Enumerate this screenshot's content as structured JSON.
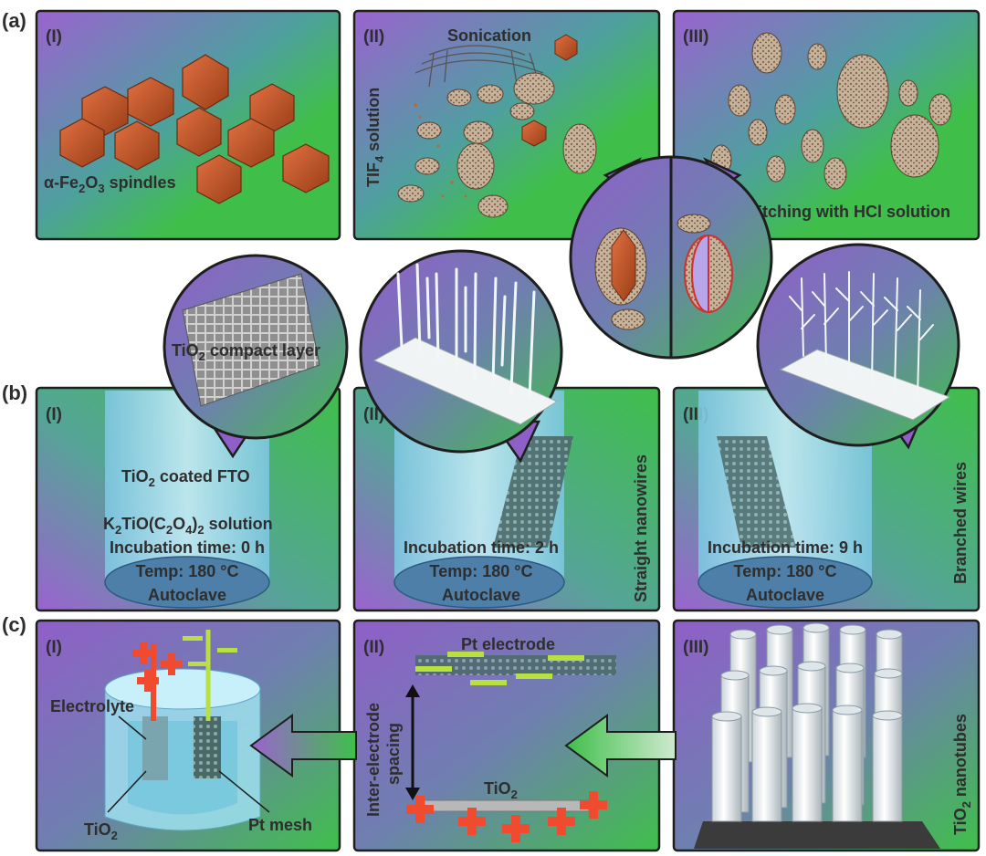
{
  "sections": {
    "a": {
      "label": "(a)"
    },
    "b": {
      "label": "(b)"
    },
    "c": {
      "label": "(c)"
    }
  },
  "panels": {
    "a1": {
      "roman": "(I)",
      "caption_prefix": "α-Fe",
      "caption_sub1": "2",
      "caption_mid": "O",
      "caption_sub2": "3",
      "caption_suffix": " spindles"
    },
    "a2": {
      "roman": "(II)",
      "top_label": "Sonication",
      "side_prefix": "TIF",
      "side_sub": "4",
      "side_suffix": " solution"
    },
    "a3": {
      "roman": "(III)",
      "caption": "Etching with HCl solution"
    },
    "b1": {
      "roman": "(I)",
      "bubble_prefix": "TiO",
      "bubble_sub": "2",
      "bubble_suffix": " compact layer",
      "coated_prefix": "TiO",
      "coated_sub": "2",
      "coated_suffix": " coated FTO",
      "sol_a": "K",
      "sol_b": "2",
      "sol_c": "TiO(C",
      "sol_d": "2",
      "sol_e": "O",
      "sol_f": "4",
      "sol_g": ")",
      "sol_h": "2",
      "sol_i": " solution",
      "incubation": "Incubation time: 0 h",
      "temp": "Temp: 180 °C",
      "vessel": "Autoclave"
    },
    "b2": {
      "roman": "(II)",
      "side": "Straight nanowires",
      "incubation": "Incubation time: 2 h",
      "temp": "Temp: 180 °C",
      "vessel": "Autoclave"
    },
    "b3": {
      "roman": "(III)",
      "side": "Branched wires",
      "incubation": "Incubation time: 9 h",
      "temp": "Temp: 180 °C",
      "vessel": "Autoclave"
    },
    "c1": {
      "roman": "(I)",
      "electrolyte": "Electrolyte",
      "tio2_prefix": "TiO",
      "tio2_sub": "2",
      "ptmesh": "Pt mesh"
    },
    "c2": {
      "roman": "(II)",
      "pt_electrode": "Pt electrode",
      "spacing_line1": "Inter-electrode",
      "spacing_line2": "spacing",
      "tio2_prefix": "TiO",
      "tio2_sub": "2"
    },
    "c3": {
      "roman": "(III)",
      "side_prefix": "TiO",
      "side_sub": "2",
      "side_suffix": " nanotubes"
    }
  },
  "colors": {
    "panel_green": "#3fbf4a",
    "panel_purple": "#8f5fc8",
    "hematite": "#c0552a",
    "water": "#9fd8ee",
    "plus_red": "#f04a2f",
    "minus_lime": "#b8e040",
    "border": "#1e1e1e"
  }
}
